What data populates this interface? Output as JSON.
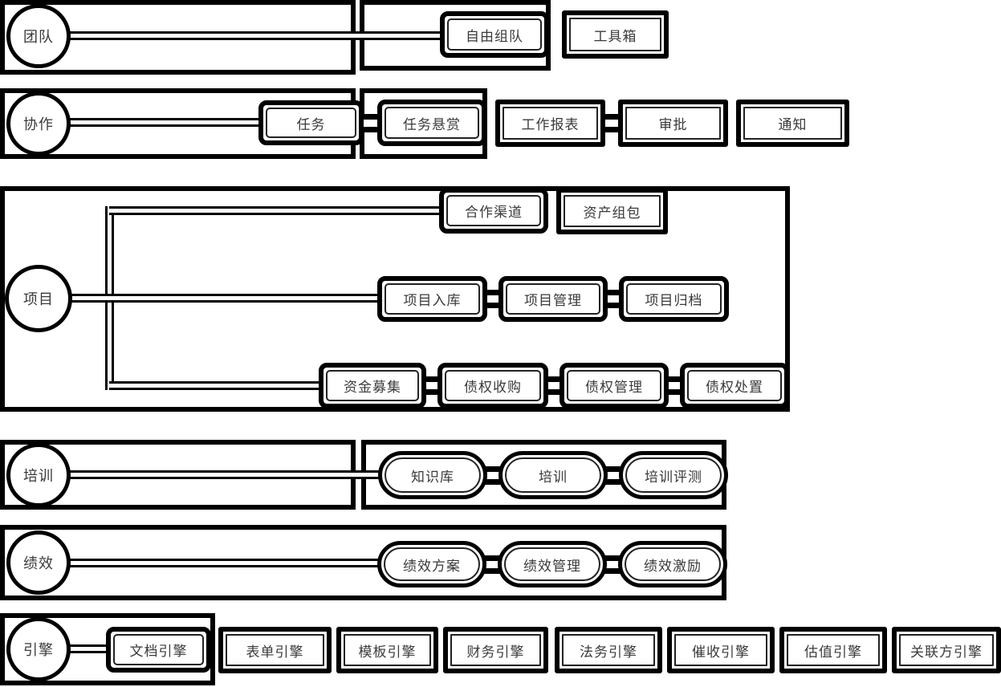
{
  "colors": {
    "line": "#000000",
    "text": "#3a3a3a",
    "background": "#ffffff"
  },
  "rows": [
    {
      "name": "team",
      "circle_label": "团队",
      "nodes": [
        {
          "label": "自由组队"
        },
        {
          "label": "工具箱"
        }
      ]
    },
    {
      "name": "collaboration",
      "circle_label": "协作",
      "nodes": [
        {
          "label": "任务"
        },
        {
          "label": "任务悬赏"
        },
        {
          "label": "工作报表"
        },
        {
          "label": "审批"
        },
        {
          "label": "通知"
        }
      ]
    },
    {
      "name": "project",
      "circle_label": "项目",
      "branches": {
        "top": [
          {
            "label": "合作渠道"
          },
          {
            "label": "资产组包"
          }
        ],
        "middle": [
          {
            "label": "项目入库"
          },
          {
            "label": "项目管理"
          },
          {
            "label": "项目归档"
          }
        ],
        "bottom": [
          {
            "label": "资金募集"
          },
          {
            "label": "债权收购"
          },
          {
            "label": "债权管理"
          },
          {
            "label": "债权处置"
          }
        ]
      }
    },
    {
      "name": "training",
      "circle_label": "培训",
      "nodes": [
        {
          "label": "知识库"
        },
        {
          "label": "培训"
        },
        {
          "label": "培训评测"
        }
      ]
    },
    {
      "name": "performance",
      "circle_label": "绩效",
      "nodes": [
        {
          "label": "绩效方案"
        },
        {
          "label": "绩效管理"
        },
        {
          "label": "绩效激励"
        }
      ]
    },
    {
      "name": "engine",
      "circle_label": "引擎",
      "nodes": [
        {
          "label": "文档引擎"
        },
        {
          "label": "表单引擎"
        },
        {
          "label": "模板引擎"
        },
        {
          "label": "财务引擎"
        },
        {
          "label": "法务引擎"
        },
        {
          "label": "催收引擎"
        },
        {
          "label": "估值引擎"
        },
        {
          "label": "关联方引擎"
        }
      ]
    }
  ]
}
